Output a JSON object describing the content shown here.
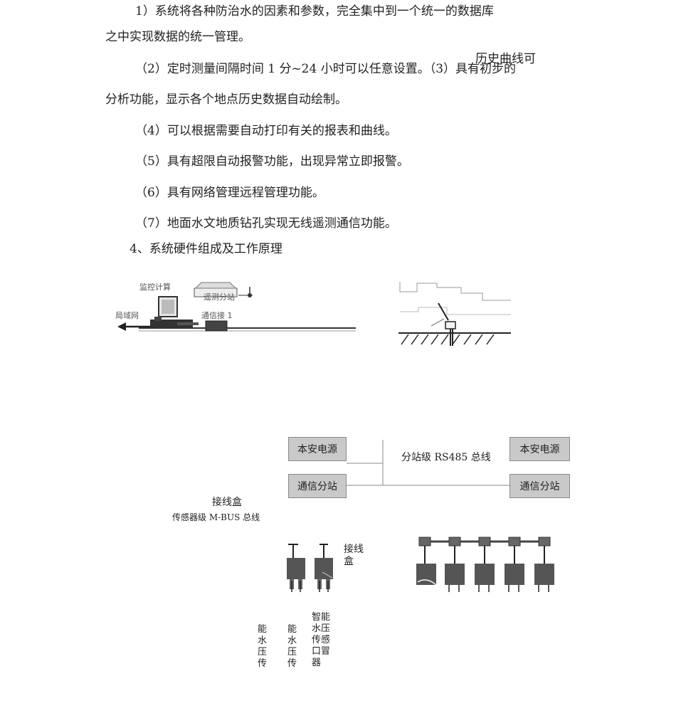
{
  "paragraphs": {
    "p1_line1": "1）系统将各种防治水的因素和参数，完全集中到一个统一的数据库",
    "p1_line2": "之中实现数据的统一管理。",
    "p2_line1": "（2）定时测量间隔时间 1 分~24 小时可以任意设置。（3）具有初步的",
    "p2_overlay": "历史曲线可",
    "p2_line2": "分析功能，显示各个地点历史数据自动绘制。",
    "p4": "（4）可以根据需要自动打印有关的报表和曲线。",
    "p5": "（5）具有超限自动报警功能，出现异常立即报警。",
    "p6": "（6）具有网络管理远程管理功能。",
    "p7": "（7）地面水文地质钻孔实现无线遥测通信功能。",
    "heading": "4、系统硬件组成及工作原理"
  },
  "top_figure": {
    "computer_label": "监控计算",
    "substation_label": "遥测分站",
    "lan_label": "局域网",
    "comm_label": "通信接 1"
  },
  "diagram": {
    "left_power": "本安电源",
    "left_station": "通信分站",
    "right_power": "本安电源",
    "right_station": "通信分站",
    "bus_label": "分站级 RS485 总线",
    "junction_label": "接线盒",
    "sensor_bus_label": "传感器级 M-BUS 总线",
    "junction_label2": "接线盒",
    "sensor_a": "能水压传",
    "sensor_b": "能水压传",
    "sensor_c": "智能水压传感口冒器"
  }
}
